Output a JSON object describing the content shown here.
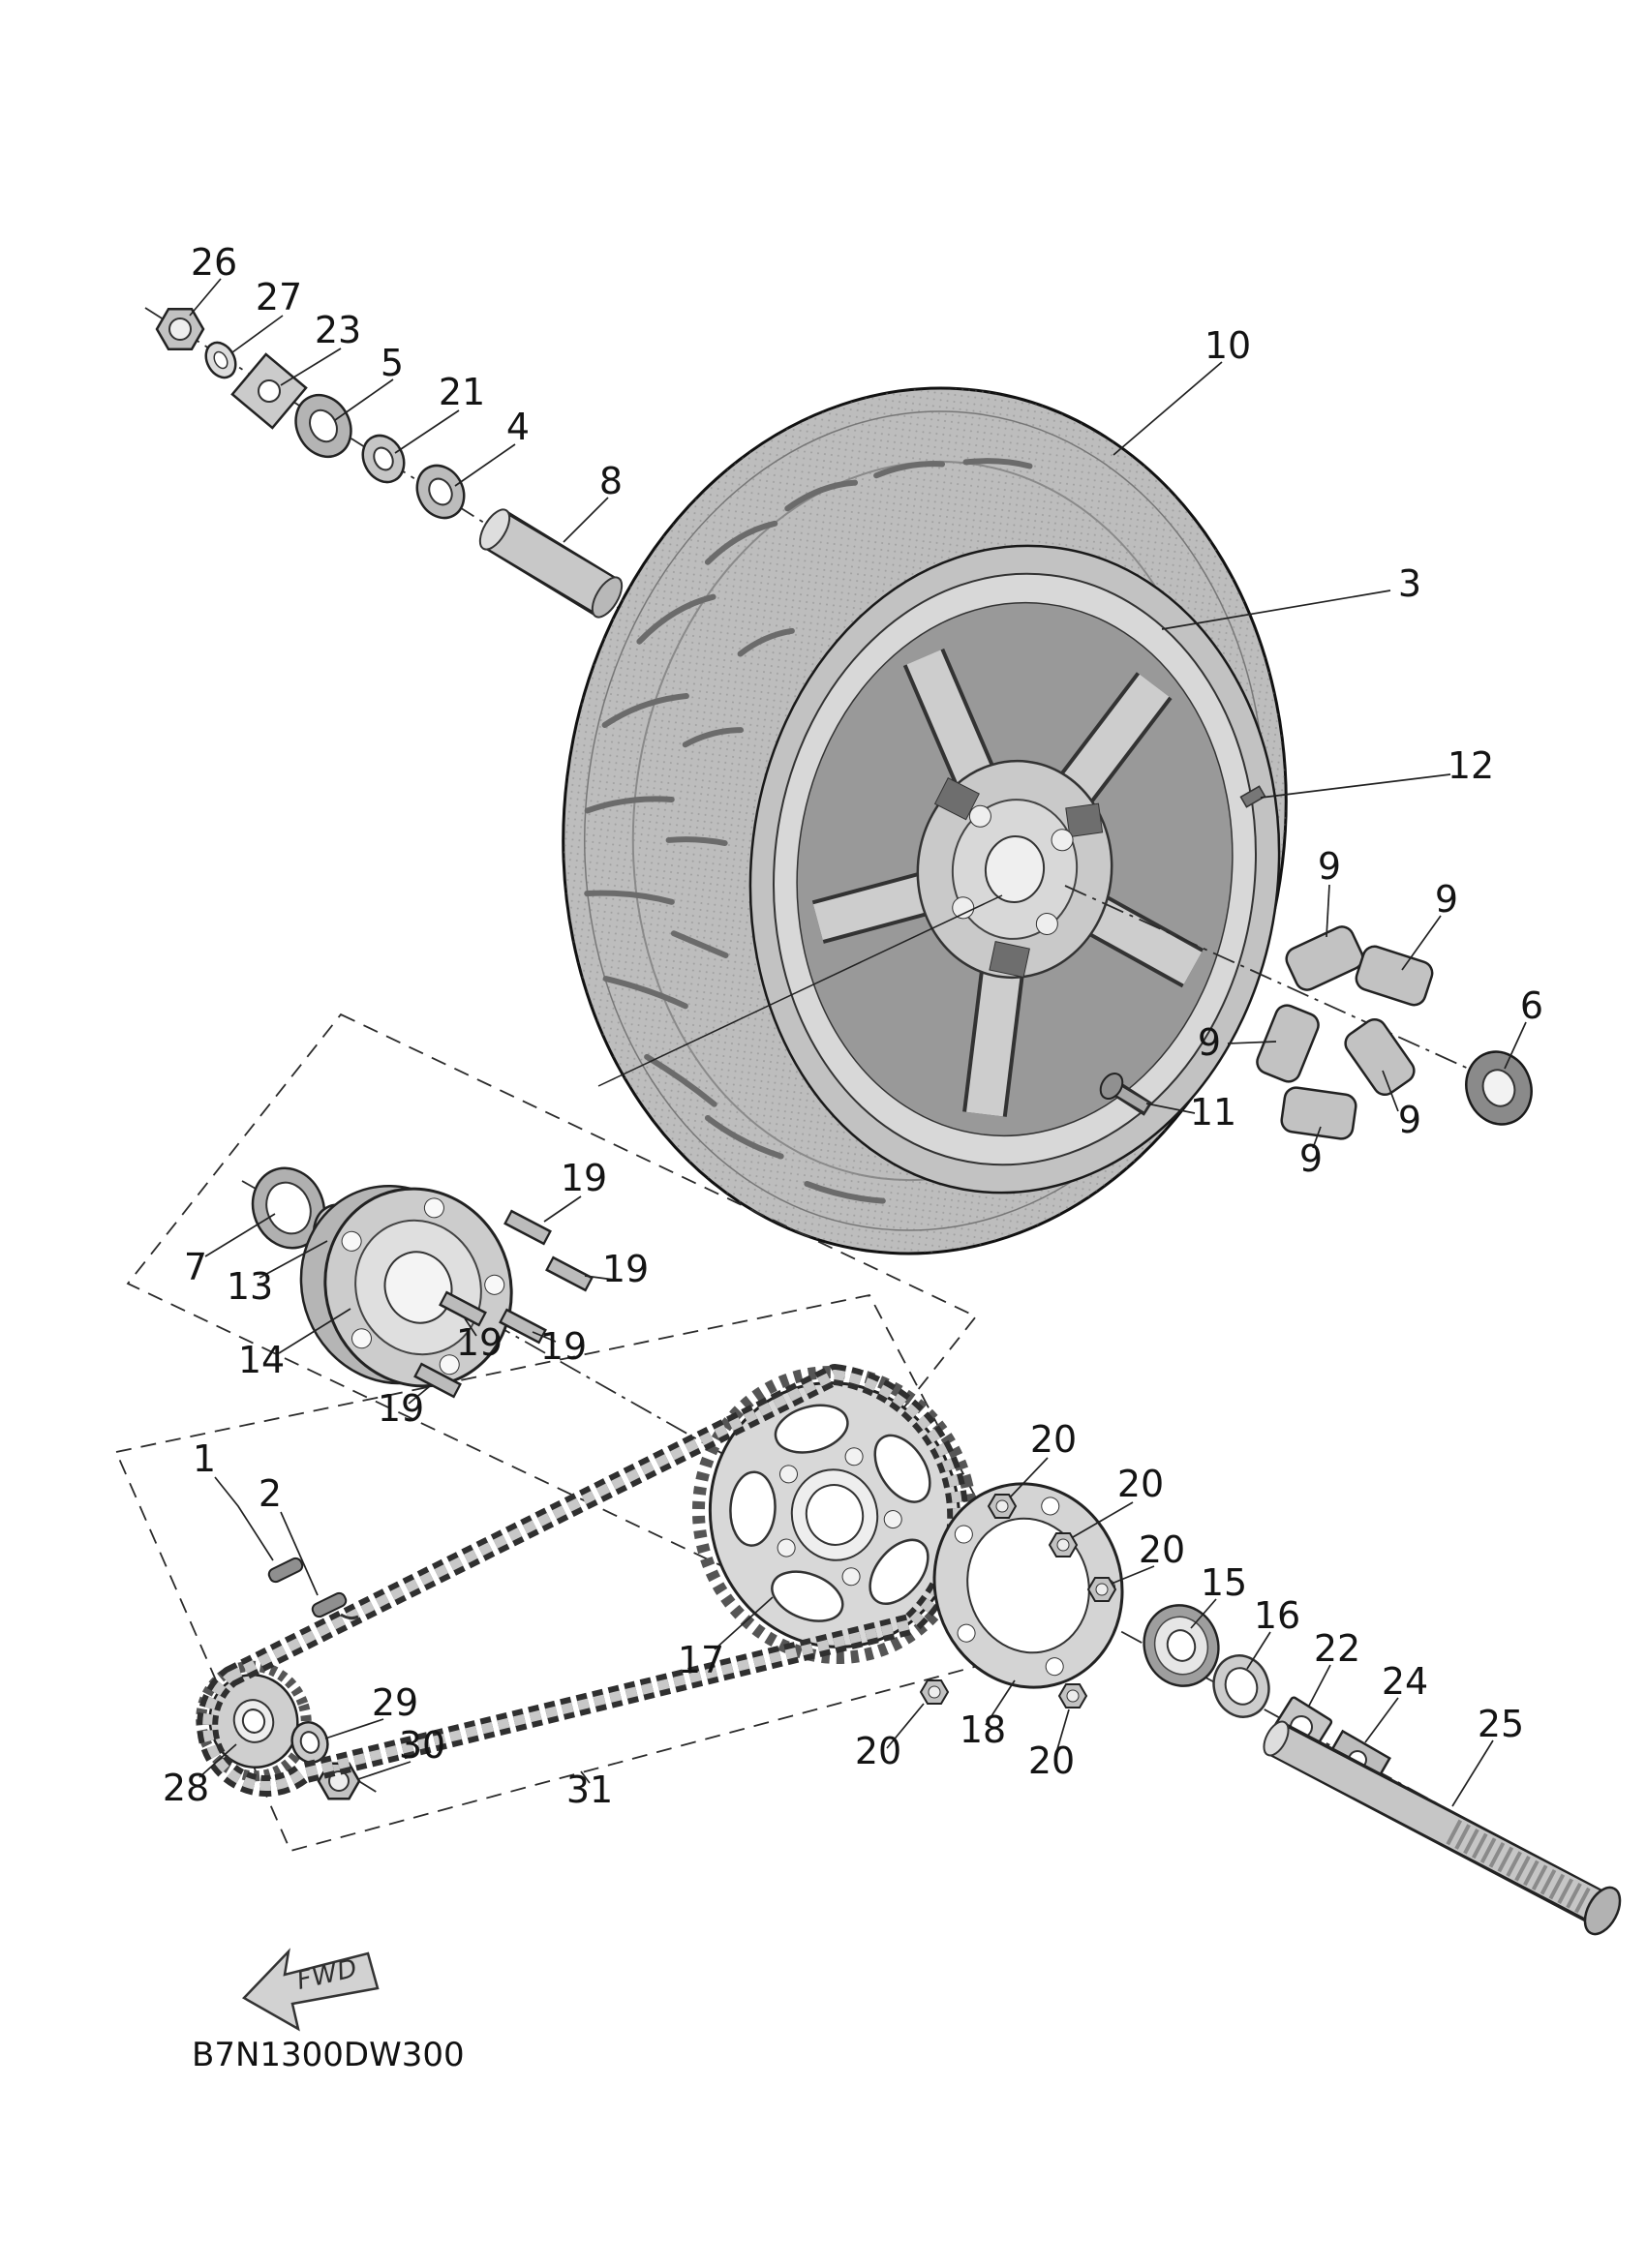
{
  "diagram": {
    "code": "B7N1300DW300",
    "fwd_label": "FWD"
  },
  "colors": {
    "background": "#ffffff",
    "line": "#1a1a1a",
    "fill_light": "#d6d6d6"
  },
  "parts": [
    {
      "number": "26"
    },
    {
      "number": "27"
    },
    {
      "number": "23"
    },
    {
      "number": "5"
    },
    {
      "number": "21"
    },
    {
      "number": "4"
    },
    {
      "number": "8"
    },
    {
      "number": "10"
    },
    {
      "number": "3"
    },
    {
      "number": "12"
    },
    {
      "number": "9"
    },
    {
      "number": "9"
    },
    {
      "number": "6"
    },
    {
      "number": "9"
    },
    {
      "number": "11"
    },
    {
      "number": "9"
    },
    {
      "number": "9"
    },
    {
      "number": "7"
    },
    {
      "number": "13"
    },
    {
      "number": "14"
    },
    {
      "number": "19"
    },
    {
      "number": "19"
    },
    {
      "number": "19"
    },
    {
      "number": "19"
    },
    {
      "number": "19"
    },
    {
      "number": "1"
    },
    {
      "number": "2"
    },
    {
      "number": "17"
    },
    {
      "number": "20"
    },
    {
      "number": "20"
    },
    {
      "number": "20"
    },
    {
      "number": "15"
    },
    {
      "number": "16"
    },
    {
      "number": "22"
    },
    {
      "number": "24"
    },
    {
      "number": "25"
    },
    {
      "number": "18"
    },
    {
      "number": "20"
    },
    {
      "number": "20"
    },
    {
      "number": "29"
    },
    {
      "number": "30"
    },
    {
      "number": "28"
    },
    {
      "number": "31"
    }
  ]
}
